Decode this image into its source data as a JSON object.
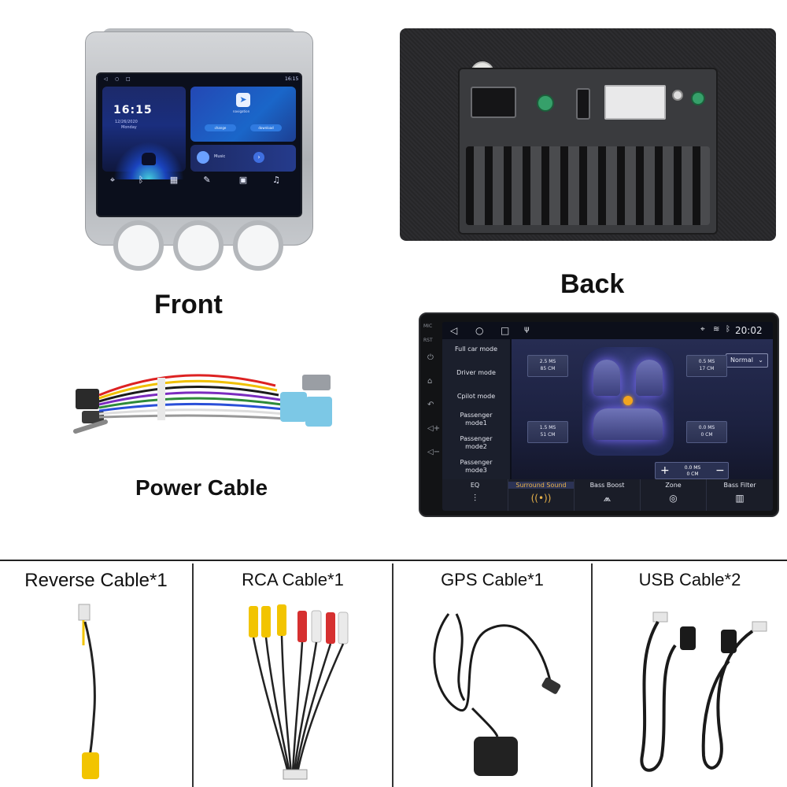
{
  "labels": {
    "front": "Front",
    "back": "Back",
    "power_cable": "Power Cable"
  },
  "front_screen": {
    "status_time": "16:15",
    "clock": "16:15",
    "date": "12/26/2020",
    "day": "Monday",
    "nav_label": "navigation",
    "btn_change": "change",
    "btn_download": "download",
    "music_label": "Music"
  },
  "dsp_screen": {
    "status_time": "20:02",
    "left_tags": [
      "MIC",
      "RST"
    ],
    "preset": "Normal",
    "menu": [
      "Full car mode",
      "Driver mode",
      "Cpilot mode",
      "Passenger mode1",
      "Passenger mode2",
      "Passenger mode3"
    ],
    "speakers": {
      "front_left": {
        "time": "2.5 MS",
        "dist": "85 CM"
      },
      "front_right": {
        "time": "0.5 MS",
        "dist": "17 CM"
      },
      "rear_left": {
        "time": "1.5 MS",
        "dist": "51 CM"
      },
      "rear_right": {
        "time": "0.0 MS",
        "dist": "0 CM"
      },
      "center": {
        "time": "0.0 MS",
        "dist": "0 CM"
      }
    },
    "stepper": {
      "plus": "+",
      "minus": "−"
    },
    "tabs": [
      "EQ",
      "Surround Sound",
      "Bass Boost",
      "Zone",
      "Bass Filter"
    ],
    "active_tab": "Surround Sound",
    "colors": {
      "active_tab": "#e8b24a",
      "accent_glow": "#7d6cff"
    }
  },
  "accessories": [
    {
      "label": "Reverse Cable*1"
    },
    {
      "label": "RCA Cable*1"
    },
    {
      "label": "GPS Cable*1"
    },
    {
      "label": "USB Cable*2"
    }
  ]
}
